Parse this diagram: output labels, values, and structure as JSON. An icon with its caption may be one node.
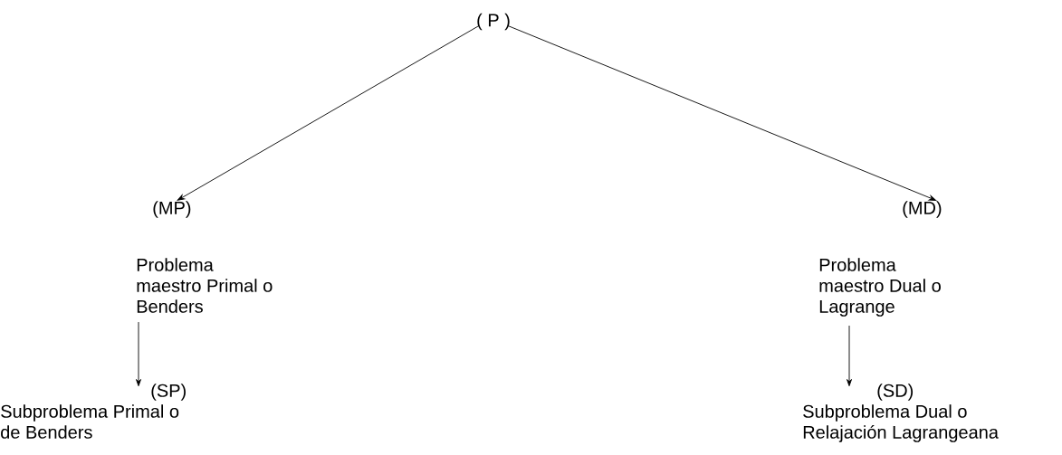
{
  "diagram": {
    "nodes": [
      {
        "text": [
          "( P )"
        ]
      },
      {
        "text": [
          "(MP)",
          "Problema maestro Primal o Benders"
        ]
      },
      {
        "text": [
          "(MD)",
          "Problema maestro Dual o Lagrange"
        ]
      },
      {
        "text": [
          "(SP)",
          "Subproblema Primal o de Benders"
        ]
      },
      {
        "text": [
          "(SD)",
          "Subproblema Dual o Relajación Lagrangeana"
        ]
      }
    ],
    "edges": [
      {
        "from": 0,
        "to": 1,
        "arrow": "to"
      },
      {
        "from": 0,
        "to": 2,
        "arrow": "to"
      },
      {
        "from": 1,
        "to": 3,
        "arrow": "to"
      },
      {
        "from": 2,
        "to": 4,
        "arrow": "to"
      }
    ]
  }
}
